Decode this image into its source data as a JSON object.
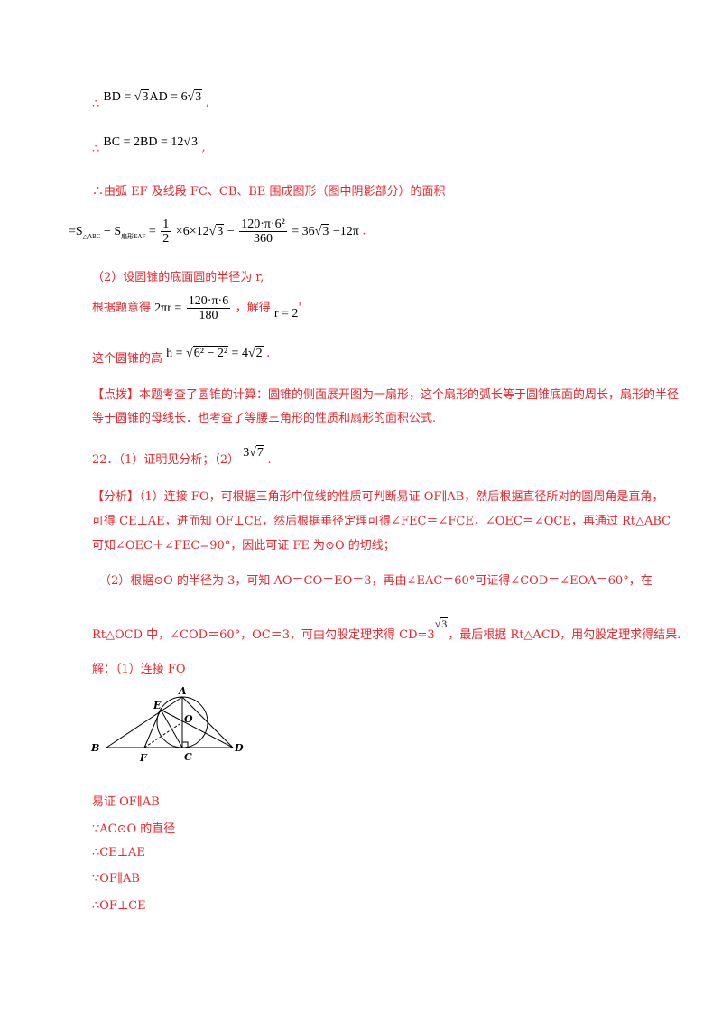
{
  "lines": {
    "l1_therefore": "∴",
    "l1_expr_a": "BD = ",
    "l1_expr_b": "3",
    "l1_expr_c": "AD = 6",
    "l1_expr_d": "3",
    "l1_comma": ",",
    "l2_therefore": "∴",
    "l2_expr_a": "BC = 2BD = 12",
    "l2_expr_b": "3",
    "l2_comma": ",",
    "l3": "∴由弧 EF 及线段 FC、CB、BE 围成图形（图中阴影部分）的面积",
    "l4_a": "=S",
    "l4_sub1": "△ABC",
    "l4_b": " − S",
    "l4_sub2": "扇形EAF",
    "l4_c": " = ",
    "l4_frac1_num": "1",
    "l4_frac1_den": "2",
    "l4_d": "×6×12",
    "l4_e": "3",
    "l4_f": " − ",
    "l4_frac2_num": "120·π·6²",
    "l4_frac2_den": "360",
    "l4_g": " = 36",
    "l4_h": "3",
    "l4_i": " −12π",
    "l4_dot": ".",
    "l5": "（2）设圆锥的底面圆的半径为 r,",
    "l6_a": "根据题意得",
    "l6_b": "2πr = ",
    "l6_frac_num": "120·π·6",
    "l6_frac_den": "180",
    "l6_c": "，解得",
    "l6_d": "r = 2",
    "l6_e": "'",
    "l7_a": "这个圆锥的高",
    "l7_b": "h = ",
    "l7_c": "6² − 2²",
    "l7_d": " = 4",
    "l7_e": "2",
    "l7_dot": ".",
    "p1": "【点拨】本题考查了圆锥的计算：圆锥的侧面展开图为一扇形，这个扇形的弧长等于圆锥底面的周长，扇形的半径等于圆锥的母线长．也考查了等腰三角形的性质和扇形的面积公式.",
    "l8_a": "22．（1）证明见分析；（2）",
    "l8_b": "3",
    "l8_c": "7",
    "l8_dot": ".",
    "p2": "【分析】（1）连接 FO，可根据三角形中位线的性质可判断易证 OF∥AB，然后根据直径所对的圆周角是直角，可得 CE⊥AE，进而知 OF⊥CE，然后根据垂径定理可得∠FEC＝∠FCE，∠OEC＝∠OCE，再通过 Rt△ABC 可知∠OEC＋∠FEC=90°，因此可证 FE 为⊙O 的切线；",
    "p3": "（2）根据⊙O 的半径为 3，可知 AO＝CO＝EO＝3，再由∠EAC＝60°可证得∠COD＝∠EOA＝60°，在",
    "p4_a": "Rt△OCD 中，∠COD＝60°，OC＝3，可由勾股定理求得 CD=3",
    "p4_b": "3",
    "p4_c": "，最后根据 Rt△ACD，用勾股定理求得结果.",
    "l9": "解：（1）连接 FO",
    "fig_labels": {
      "A": "A",
      "E": "E",
      "O": "O",
      "B": "B",
      "F": "F",
      "C": "C",
      "D": "D"
    },
    "l10": "易证 OF∥AB",
    "l11": "∵AC⊙O 的直径",
    "l12": "∴CE⊥AE",
    "l13": "∵OF∥AB",
    "l14": "∴OF⊥CE"
  }
}
